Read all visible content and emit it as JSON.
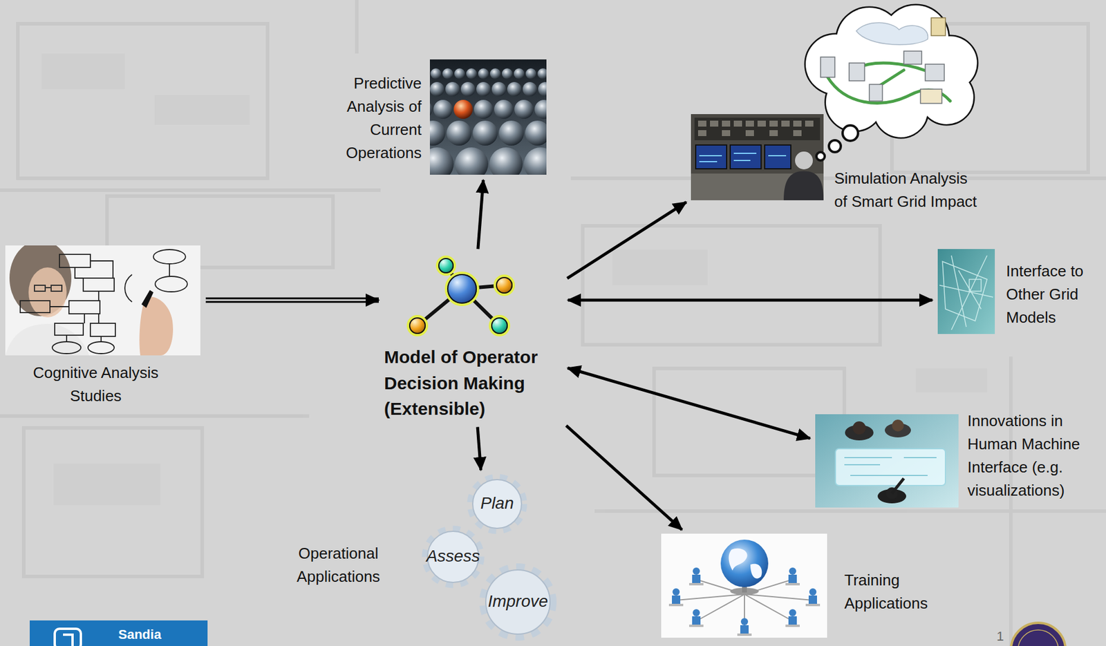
{
  "diagram": {
    "nodes": [
      {
        "text": [
          "Predictive Analysis of Current Operations"
        ]
      },
      {
        "text": [
          "Simulation Analysis of Smart Grid Impact"
        ]
      },
      {
        "text": [
          "Cognitive Analysis Studies"
        ]
      },
      {
        "text": [
          "Model of Operator Decision Making (Extensible)"
        ]
      },
      {
        "text": [
          "Interface to Other Grid Models"
        ]
      },
      {
        "text": [
          "Innovations in Human Machine Interface (e.g. visualizations)"
        ]
      },
      {
        "text": [
          "Operational Applications",
          "Plan",
          "Assess",
          "Improve"
        ]
      },
      {
        "text": [
          "Training Applications"
        ]
      }
    ],
    "edges": [
      {
        "from": 2,
        "to": 3,
        "arrow": "to"
      },
      {
        "from": 3,
        "to": 0,
        "arrow": "to"
      },
      {
        "from": 3,
        "to": 1,
        "arrow": "to"
      },
      {
        "from": 3,
        "to": 4,
        "arrow": "both"
      },
      {
        "from": 3,
        "to": 5,
        "arrow": "both"
      },
      {
        "from": 3,
        "to": 6,
        "arrow": "to"
      },
      {
        "from": 3,
        "to": 7,
        "arrow": "to"
      }
    ],
    "labels": [
      "Sandia",
      "1"
    ]
  }
}
